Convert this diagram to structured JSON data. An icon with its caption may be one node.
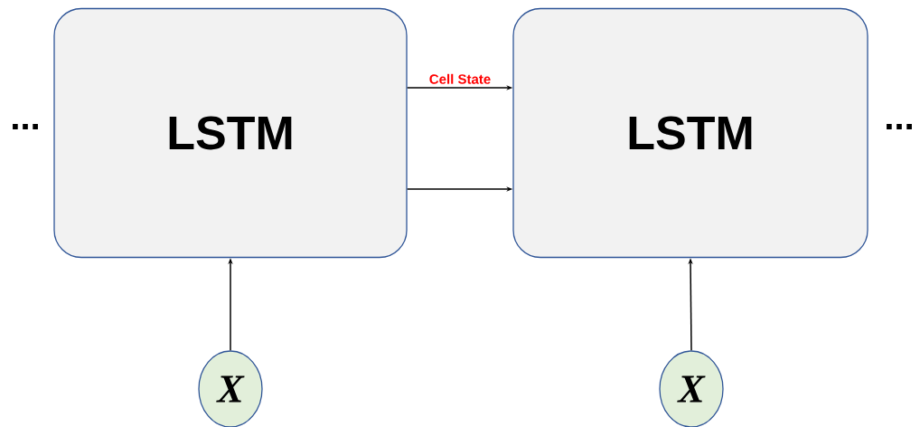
{
  "diagram": {
    "nodes": [
      {
        "text": [
          "LSTM"
        ]
      },
      {
        "text": [
          "LSTM"
        ]
      },
      {
        "text": [
          "X"
        ]
      },
      {
        "text": [
          "X"
        ]
      }
    ],
    "edges": [
      {
        "from": 0,
        "to": 1,
        "arrow": "to",
        "label": "Cell State"
      },
      {
        "from": 0,
        "to": 1,
        "arrow": "to"
      },
      {
        "from": 2,
        "to": 0,
        "arrow": "to"
      },
      {
        "from": 3,
        "to": 1,
        "arrow": "to"
      }
    ],
    "labels": [
      "...",
      "..."
    ]
  }
}
